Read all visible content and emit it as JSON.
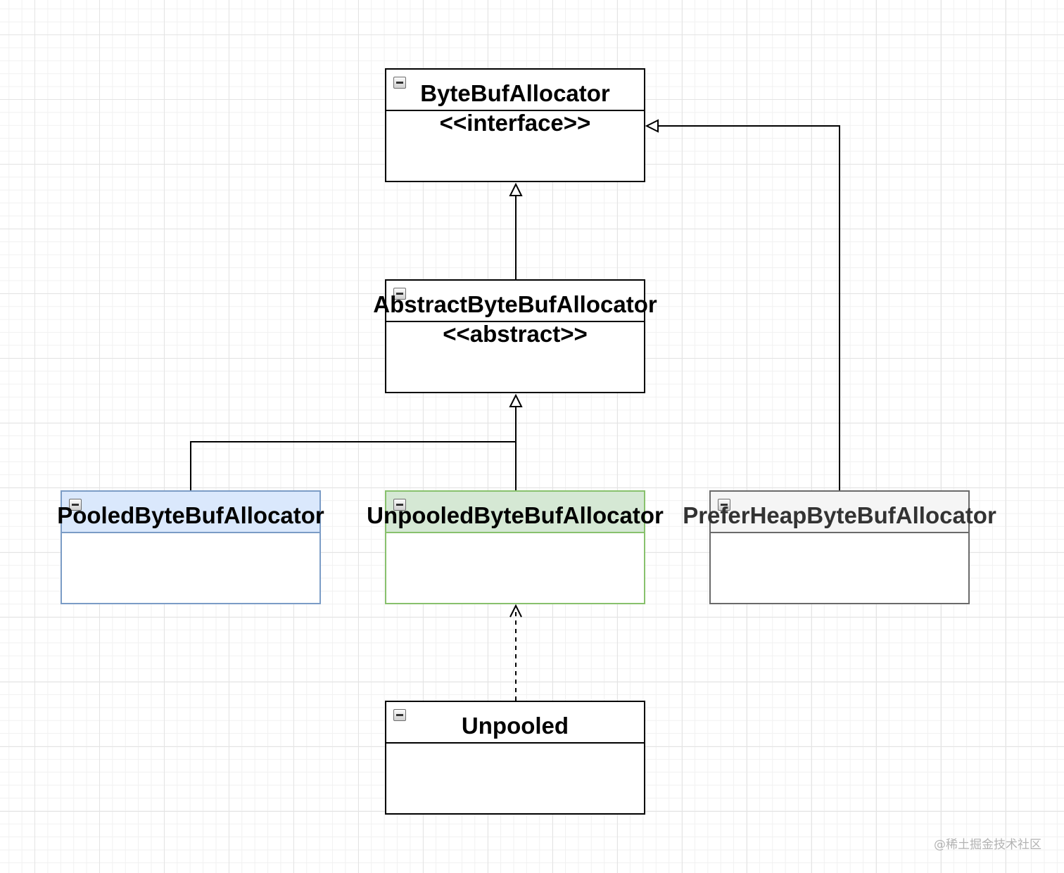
{
  "diagram": {
    "classes": [
      {
        "id": "bytebufallocator",
        "name": "ByteBufAllocator",
        "stereotype": "<<interface>>",
        "style": "plain"
      },
      {
        "id": "abstractbytebufallocator",
        "name": "AbstractByteBufAllocator",
        "stereotype": "<<abstract>>",
        "style": "plain"
      },
      {
        "id": "pooledbytebufallocator",
        "name": "PooledByteBufAllocator",
        "stereotype": "",
        "style": "blue"
      },
      {
        "id": "unpooledbytebufallocator",
        "name": "UnpooledByteBufAllocator",
        "stereotype": "",
        "style": "green"
      },
      {
        "id": "preferheapbytebufallocator",
        "name": "PreferHeapByteBufAllocator",
        "stereotype": "",
        "style": "grey"
      },
      {
        "id": "unpooled",
        "name": "Unpooled",
        "stereotype": "",
        "style": "plain"
      }
    ],
    "relations": [
      {
        "from": "AbstractByteBufAllocator",
        "to": "ByteBufAllocator",
        "type": "realization"
      },
      {
        "from": "PooledByteBufAllocator",
        "to": "AbstractByteBufAllocator",
        "type": "generalization"
      },
      {
        "from": "UnpooledByteBufAllocator",
        "to": "AbstractByteBufAllocator",
        "type": "generalization"
      },
      {
        "from": "PreferHeapByteBufAllocator",
        "to": "ByteBufAllocator",
        "type": "realization"
      },
      {
        "from": "Unpooled",
        "to": "UnpooledByteBufAllocator",
        "type": "dependency"
      }
    ],
    "colors": {
      "blue_fill": "#dae8fc",
      "blue_stroke": "#7b9cc6",
      "green_fill": "#d5e8d4",
      "green_stroke": "#88c16d",
      "grey_fill": "#f5f5f5",
      "grey_stroke": "#6a6a6a",
      "line": "#000000"
    }
  },
  "watermark": "@稀土掘金技术社区"
}
